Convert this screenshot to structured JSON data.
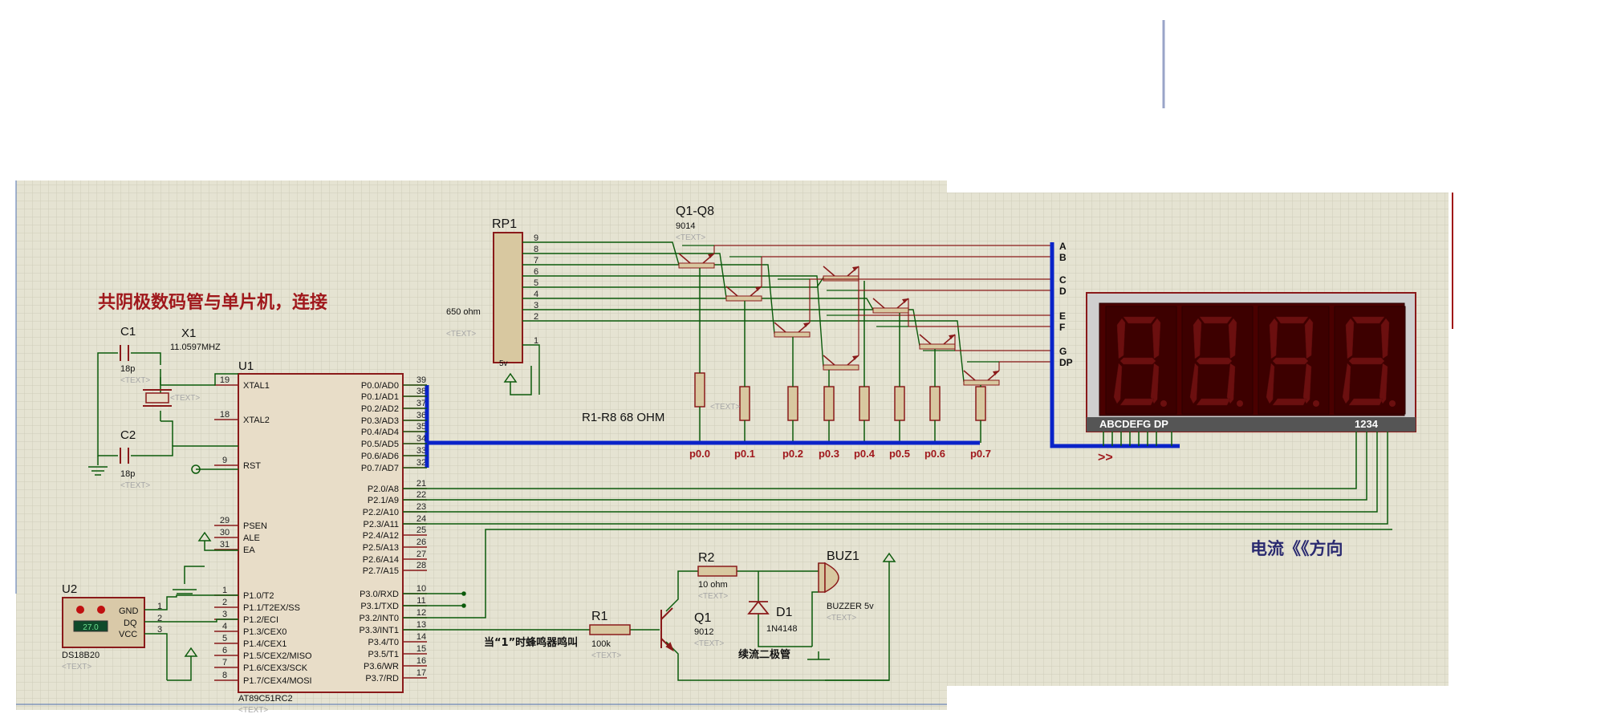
{
  "colors": {
    "sheet": "#e5e3d2",
    "grid": "#cfcdb9",
    "wire": "#0b5a0b",
    "bus": "#0a23c8",
    "comp": "#8a1a1a",
    "compFill": "#d8c8a0",
    "label": "#111111",
    "pinnum": "#222222",
    "ghost": "#a6a6a6",
    "title": "#a0181c",
    "note": "#2a2a70",
    "segOff": "#6b0f0f",
    "segBg": "#4a0000"
  },
  "labels": {
    "title": "共阴极数码管与单片机，连接",
    "current_note": "电流《《方向",
    "buzzer_note": "当“1”时蜂鸣器鸣叫",
    "resistor_bank": "R1-R8 68 OHM",
    "freewheel_note": "续流二极管",
    "arrows": ">>",
    "text_placeholder": "<TEXT>"
  },
  "mcu": {
    "ref": "U1",
    "part": "AT89C51RC2",
    "left_pins": [
      {
        "num": "19",
        "name": "XTAL1"
      },
      {
        "num": "18",
        "name": "XTAL2"
      },
      {
        "num": "9",
        "name": "RST"
      },
      {
        "num": "29",
        "name": "PSEN"
      },
      {
        "num": "30",
        "name": "ALE"
      },
      {
        "num": "31",
        "name": "EA"
      },
      {
        "num": "1",
        "name": "P1.0/T2"
      },
      {
        "num": "2",
        "name": "P1.1/T2EX/SS"
      },
      {
        "num": "3",
        "name": "P1.2/ECI"
      },
      {
        "num": "4",
        "name": "P1.3/CEX0"
      },
      {
        "num": "5",
        "name": "P1.4/CEX1"
      },
      {
        "num": "6",
        "name": "P1.5/CEX2/MISO"
      },
      {
        "num": "7",
        "name": "P1.6/CEX3/SCK"
      },
      {
        "num": "8",
        "name": "P1.7/CEX4/MOSI"
      }
    ],
    "right_pins": [
      {
        "num": "39",
        "name": "P0.0/AD0"
      },
      {
        "num": "38",
        "name": "P0.1/AD1"
      },
      {
        "num": "37",
        "name": "P0.2/AD2"
      },
      {
        "num": "36",
        "name": "P0.3/AD3"
      },
      {
        "num": "35",
        "name": "P0.4/AD4"
      },
      {
        "num": "34",
        "name": "P0.5/AD5"
      },
      {
        "num": "33",
        "name": "P0.6/AD6"
      },
      {
        "num": "32",
        "name": "P0.7/AD7"
      },
      {
        "num": "21",
        "name": "P2.0/A8"
      },
      {
        "num": "22",
        "name": "P2.1/A9"
      },
      {
        "num": "23",
        "name": "P2.2/A10"
      },
      {
        "num": "24",
        "name": "P2.3/A11"
      },
      {
        "num": "25",
        "name": "P2.4/A12"
      },
      {
        "num": "26",
        "name": "P2.5/A13"
      },
      {
        "num": "27",
        "name": "P2.6/A14"
      },
      {
        "num": "28",
        "name": "P2.7/A15"
      },
      {
        "num": "10",
        "name": "P3.0/RXD"
      },
      {
        "num": "11",
        "name": "P3.1/TXD"
      },
      {
        "num": "12",
        "name": "P3.2/INT0"
      },
      {
        "num": "13",
        "name": "P3.3/INT1"
      },
      {
        "num": "14",
        "name": "P3.4/T0"
      },
      {
        "num": "15",
        "name": "P3.5/T1"
      },
      {
        "num": "16",
        "name": "P3.6/WR"
      },
      {
        "num": "17",
        "name": "P3.7/RD"
      }
    ]
  },
  "crystal": {
    "ref": "X1",
    "value": "11.0597MHZ"
  },
  "c1": {
    "ref": "C1",
    "value": "18p"
  },
  "c2": {
    "ref": "C2",
    "value": "18p"
  },
  "sensor": {
    "ref": "U2",
    "part": "DS18B20",
    "pins": [
      "GND",
      "DQ",
      "VCC"
    ],
    "pin_nums": [
      "1",
      "2",
      "3"
    ],
    "display": "27.0"
  },
  "rp1": {
    "ref": "RP1",
    "value": "650 ohm",
    "pins": [
      "9",
      "8",
      "7",
      "6",
      "5",
      "4",
      "3",
      "2",
      "1"
    ],
    "supply": "5v"
  },
  "transistors": {
    "ref": "Q1-Q8",
    "part": "9014"
  },
  "port_labels": [
    "p0.0",
    "p0.1",
    "p0.2",
    "p0.3",
    "p0.4",
    "p0.5",
    "p0.6",
    "p0.7"
  ],
  "segment_labels": [
    "A",
    "B",
    "C",
    "D",
    "E",
    "F",
    "G",
    "DP"
  ],
  "display": {
    "seg_text": "ABCDEFG  DP",
    "digit_text": "1234",
    "digits": [
      "8.",
      "8.",
      "8.",
      "8."
    ]
  },
  "buzzer_circuit": {
    "r1": {
      "ref": "R1",
      "value": "100k"
    },
    "r2": {
      "ref": "R2",
      "value": "10 ohm"
    },
    "q1": {
      "ref": "Q1",
      "part": "9012"
    },
    "d1": {
      "ref": "D1",
      "part": "1N4148"
    },
    "buz": {
      "ref": "BUZ1",
      "part": "BUZZER 5v"
    }
  }
}
